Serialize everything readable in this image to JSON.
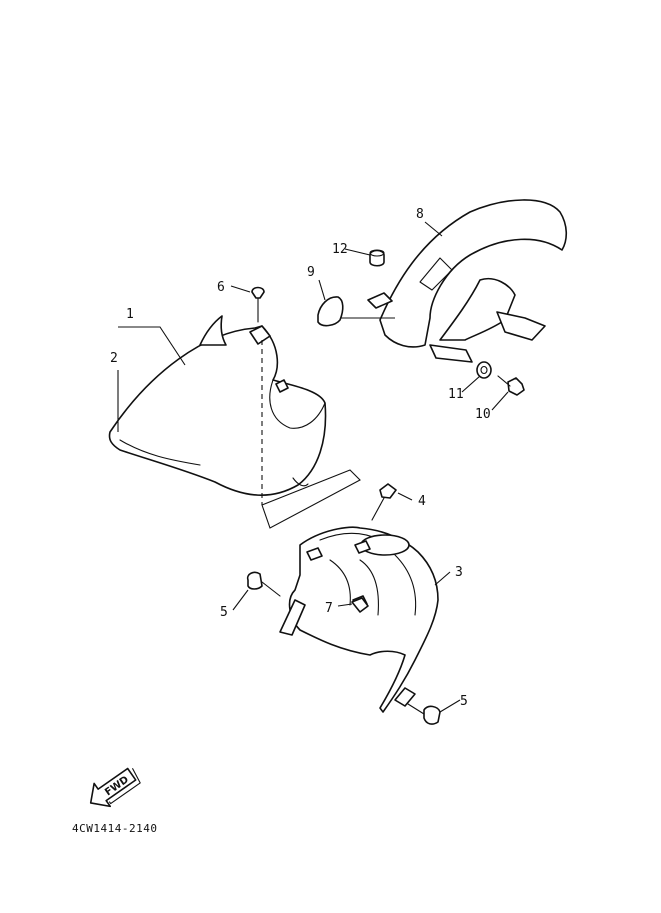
{
  "callouts": {
    "c1": "1",
    "c2": "2",
    "c3": "3",
    "c4": "4",
    "c5a": "5",
    "c5b": "5",
    "c6": "6",
    "c7": "7",
    "c8": "8",
    "c9": "9",
    "c10": "10",
    "c11": "11",
    "c12": "12"
  },
  "fwd_label": "FWD",
  "diagram_code": "4CW1414-2140",
  "icons": {
    "fwd_arrow": "fwd-arrow-icon"
  }
}
